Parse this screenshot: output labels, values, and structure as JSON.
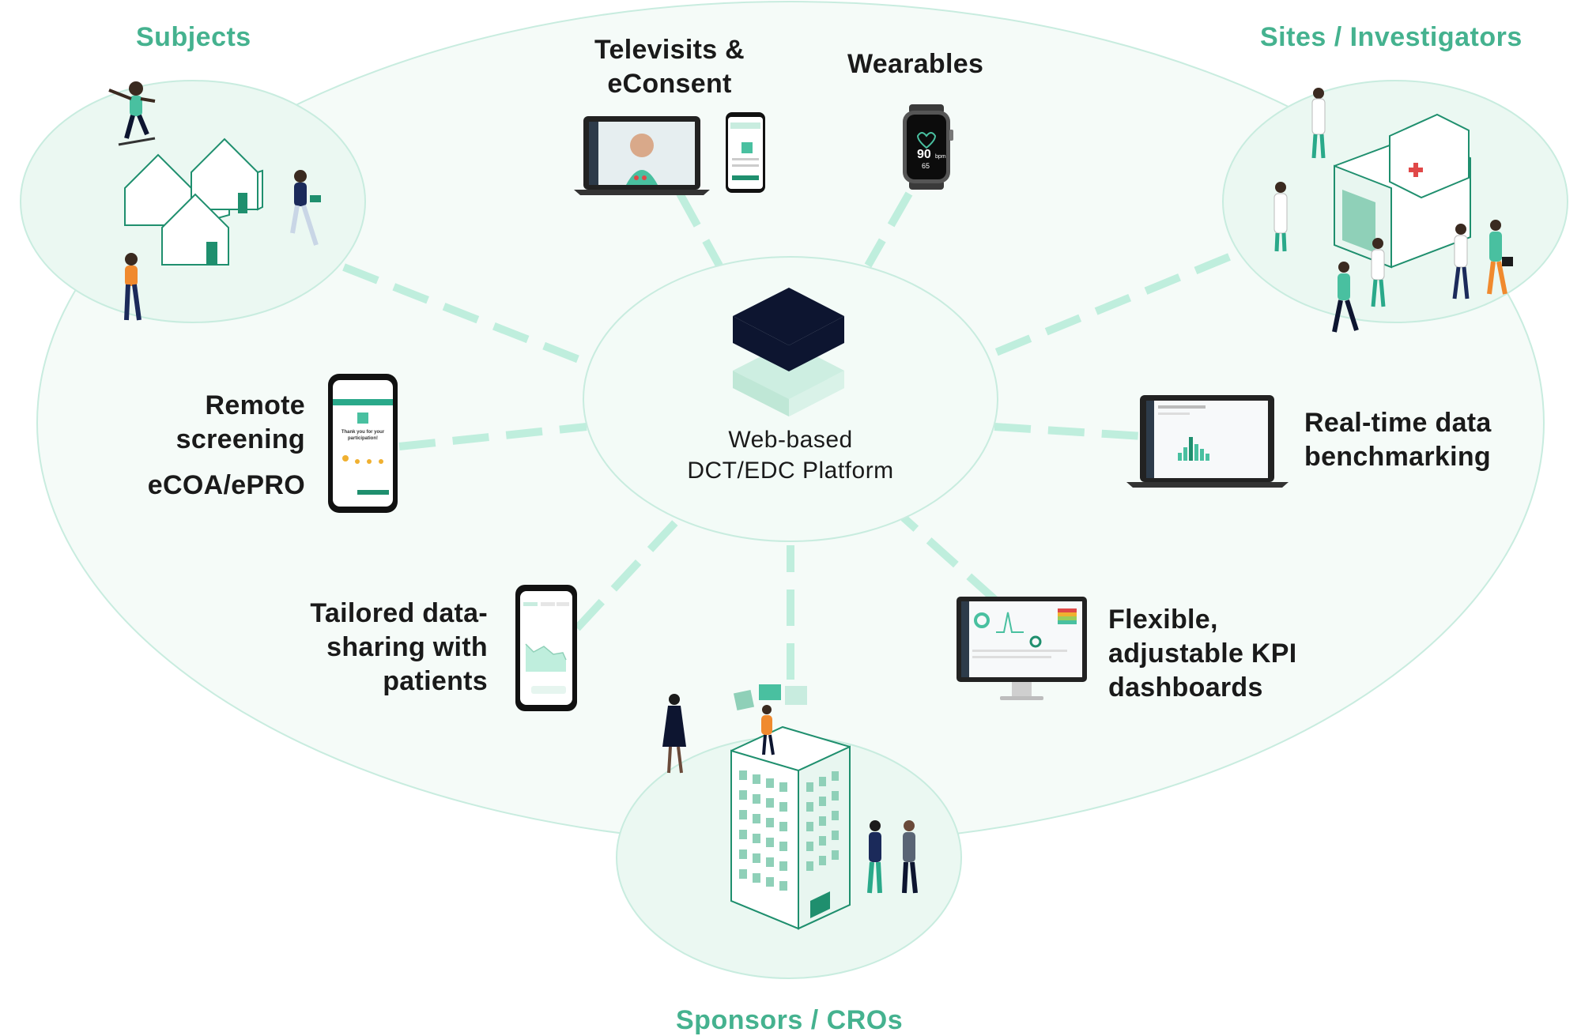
{
  "hub": {
    "line1": "Web-based",
    "line2": "DCT/EDC Platform"
  },
  "groups": {
    "subjects": "Subjects",
    "sites": "Sites / Investigators",
    "sponsors": "Sponsors / CROs"
  },
  "features": {
    "televisits": [
      "Televisits &",
      "eConsent"
    ],
    "wearables": [
      "Wearables"
    ],
    "remote": [
      "Remote",
      "screening"
    ],
    "ecoa": [
      "eCOA/ePRO"
    ],
    "benchmarking": [
      "Real-time data",
      "benchmarking"
    ],
    "tailored": [
      "Tailored data-",
      "sharing with",
      "patients"
    ],
    "kpi": [
      "Flexible,",
      "adjustable KPI",
      "dashboards"
    ]
  },
  "screens": {
    "watch_bpm": "90",
    "watch_unit": "bpm",
    "watch_sub": "65",
    "phone_thanks": [
      "Thank you for your",
      "participation!"
    ]
  },
  "colors": {
    "accent": "#45b28f",
    "bubble_fill": "#f1faf6",
    "bubble_stroke": "#c8ecdf",
    "connector": "#bfeedd",
    "hub_dark": "#0d1530",
    "hub_light": "#cdeee1"
  }
}
